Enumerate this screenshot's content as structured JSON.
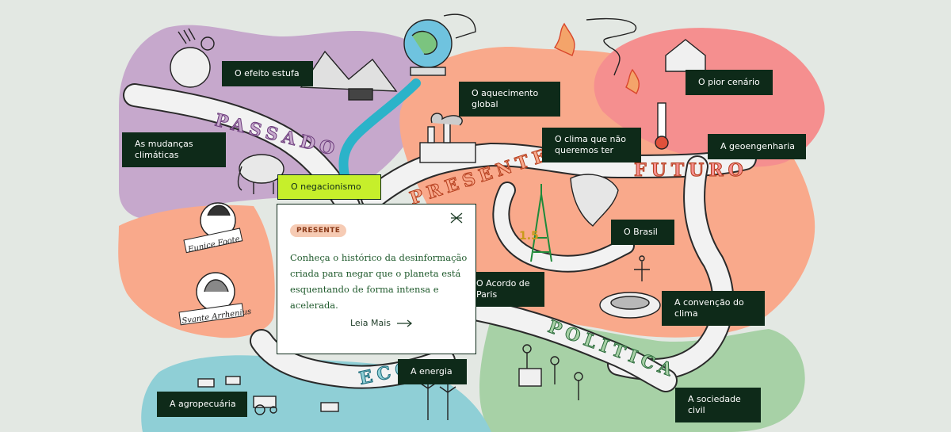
{
  "map": {
    "road_words": {
      "passado": "PASSADO",
      "presente": "PRESENTE",
      "futuro": "FUTURO",
      "politica": "POLITICA",
      "eco": "ECO"
    },
    "labels": {
      "efeito_estufa": "O efeito estufa",
      "mudancas_line1": "As mudanças",
      "mudancas_line2": "climáticas",
      "negacionismo": "O negacionismo",
      "aquecimento_line1": "O aquecimento",
      "aquecimento_line2": "global",
      "clima_line1": "O clima que não",
      "clima_line2": "queremos ter",
      "pior_cenario": "O pior cenário",
      "geoengenharia": "A geoengenharia",
      "brasil": "O Brasil",
      "acordo_line1": "O Acordo de",
      "acordo_line2": "Paris",
      "convencao_line1": "A convenção do",
      "convencao_line2": "clima",
      "energia": "A energia",
      "agropecuaria": "A agropecuária",
      "sociedade_line1": "A sociedade",
      "sociedade_line2": "civil"
    },
    "portraits": {
      "eunice": "Eunice Foote",
      "svante": "Svante Arrhenius"
    },
    "tower_number": "1.5"
  },
  "popup": {
    "badge": "PRESENTE",
    "text": "Conheça o histórico da desinformação criada para negar que o planeta está esquentando de forma intensa e acelerada.",
    "link": "Leia Mais"
  },
  "colors": {
    "background": "#e3e8e3",
    "past": "#c6a8cc",
    "present": "#f9a98b",
    "future_hot": "#f58f8f",
    "politics": "#a7d1a6",
    "economy": "#8fcfd6",
    "label_bg": "#0e2a19",
    "label_active": "#c6ef2b"
  }
}
